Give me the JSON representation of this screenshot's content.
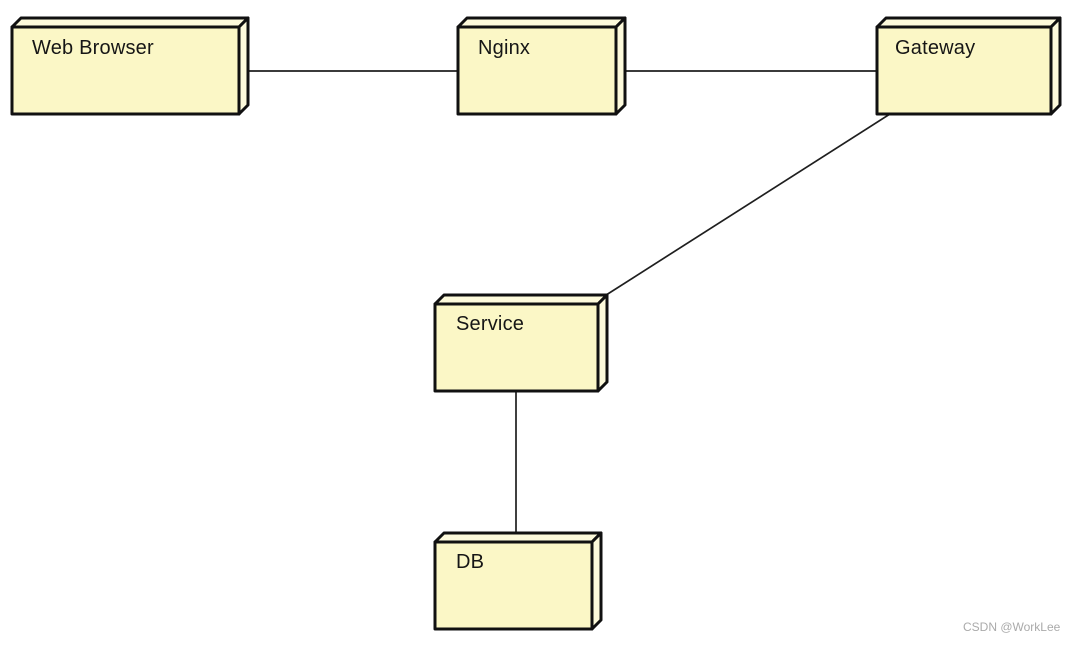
{
  "diagram": {
    "type": "uml-deployment-diagram",
    "colors": {
      "node_fill": "#fbf7c6",
      "node_fill_depth": "#fdfadb",
      "node_border": "#111111",
      "edge_color": "#1f1f1f",
      "background": "#ffffff"
    },
    "nodes": [
      {
        "id": "web-browser",
        "label": "Web Browser"
      },
      {
        "id": "nginx",
        "label": "Nginx"
      },
      {
        "id": "gateway",
        "label": "Gateway"
      },
      {
        "id": "service",
        "label": "Service"
      },
      {
        "id": "db",
        "label": "DB"
      }
    ],
    "edges": [
      {
        "from": "web-browser",
        "to": "nginx"
      },
      {
        "from": "nginx",
        "to": "gateway"
      },
      {
        "from": "gateway",
        "to": "service"
      },
      {
        "from": "service",
        "to": "db"
      }
    ]
  },
  "watermark": {
    "text": "CSDN @WorkLee",
    "color": "#aaaaaa"
  }
}
